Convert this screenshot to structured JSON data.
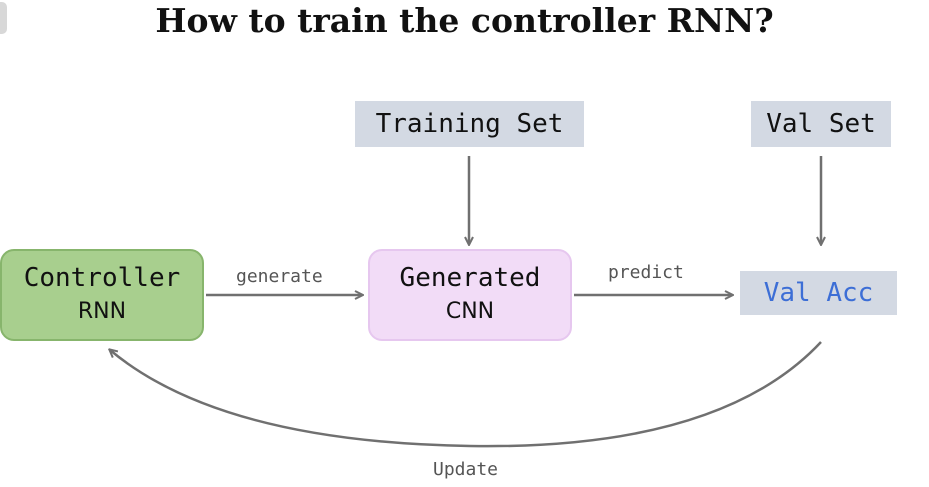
{
  "title": "How to train the controller RNN?",
  "nodes": {
    "controller": {
      "line1": "Controller",
      "line2": "RNN",
      "color": "#a8cf8e"
    },
    "generated": {
      "line1": "Generated",
      "line2": "CNN",
      "color": "#f2dcf7"
    },
    "training_set": {
      "label": "Training Set",
      "color": "#d3d9e3"
    },
    "val_set": {
      "label": "Val Set",
      "color": "#d3d9e3"
    },
    "val_acc": {
      "label": "Val Acc",
      "color": "#d3d9e3",
      "text_color": "#3c6ed6"
    }
  },
  "edges": {
    "generate": "generate",
    "predict": "predict",
    "update": "Update"
  }
}
